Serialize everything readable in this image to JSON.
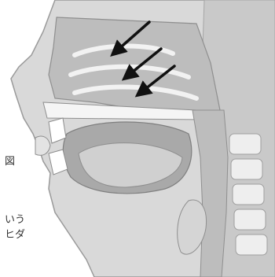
{
  "labels": {
    "fragment_1": "図",
    "fragment_2": "いう",
    "fragment_3": "ヒダ"
  },
  "colors": {
    "background": "#ffffff",
    "skin": "#d9d9d9",
    "tissue_light": "#efefef",
    "cavity": "#bdbdbd",
    "cavity_dark": "#9e9e9e",
    "bone": "#f5f5f5",
    "arrow": "#111111"
  },
  "arrows": {
    "count": 3,
    "direction": "down-left"
  }
}
